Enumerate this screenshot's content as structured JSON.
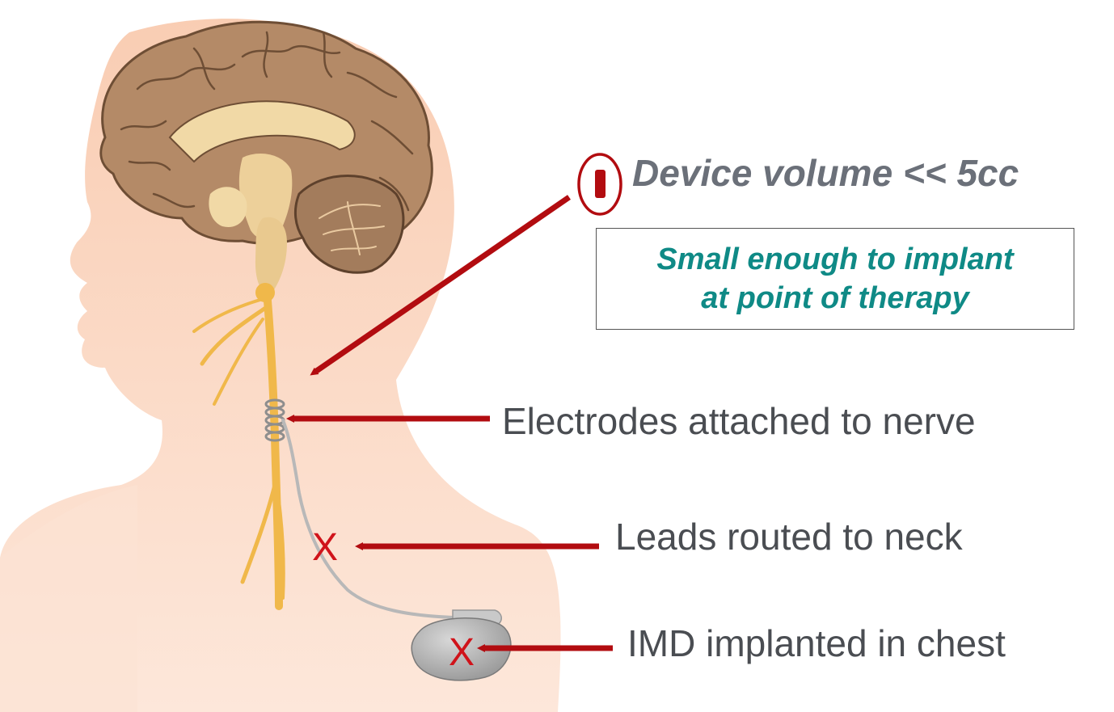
{
  "device": {
    "volume_text": "Device volume << 5cc",
    "callout_line1": "Small enough to implant",
    "callout_line2": "at point of therapy"
  },
  "labels": {
    "electrodes": "Electrodes attached to nerve",
    "leads": "Leads routed to neck",
    "imd": "IMD implanted in chest"
  },
  "markers": {
    "leads_x": "X",
    "imd_x": "X"
  },
  "colors": {
    "arrow": "#b20c10",
    "skin": "#f9cdb3",
    "brain": "#b48a67",
    "nerve": "#f0b84a",
    "callout_text": "#0f8a86",
    "label_text": "#4a4d52",
    "device_text": "#6b7079"
  }
}
